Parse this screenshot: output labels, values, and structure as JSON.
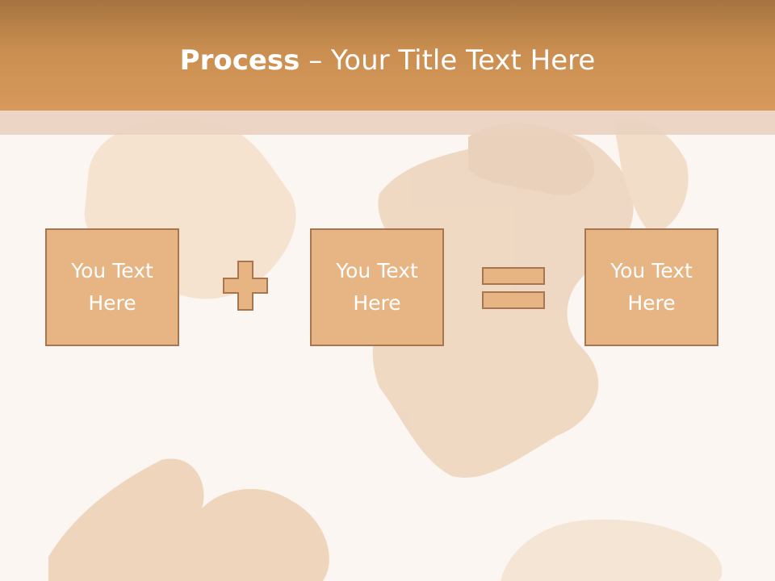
{
  "title": {
    "strong": "Process",
    "dash": " – ",
    "rest": "Your Title Text Here"
  },
  "process": {
    "boxes": [
      {
        "text": "You Text Here"
      },
      {
        "text": "You Text Here"
      },
      {
        "text": "You Text Here"
      }
    ],
    "operators": [
      "plus-icon",
      "equals-icon"
    ]
  },
  "colors": {
    "header": "#c98e50",
    "box_fill": "#e6b583",
    "box_border": "#a77650",
    "background": "#fbf6f2"
  }
}
